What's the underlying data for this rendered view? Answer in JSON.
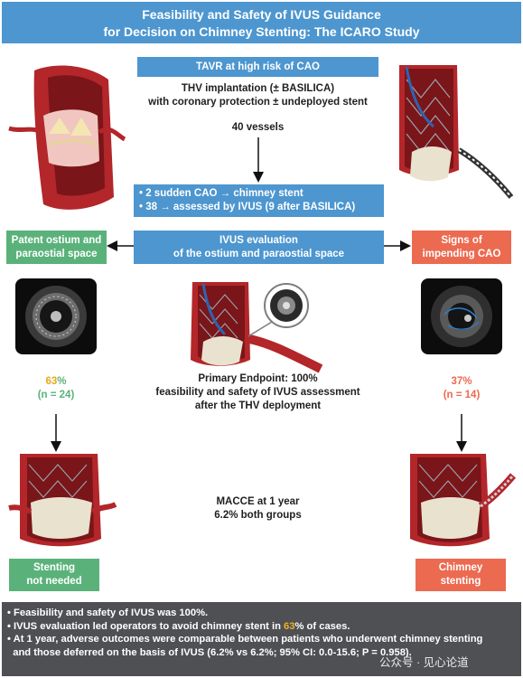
{
  "header": {
    "title_line1": "Feasibility and Safety of IVUS Guidance",
    "title_line2": "for Decision on Chimney Stenting: The ICARO Study"
  },
  "top_box": {
    "label": "TAVR at high risk of CAO"
  },
  "procedure": {
    "line1": "THV implantation (± BASILICA)",
    "line2": "with coronary protection ± undeployed stent"
  },
  "vessels": {
    "label": "40 vessels"
  },
  "split_box": {
    "line1": "• 2 sudden CAO → chimney stent",
    "line2": "• 38 → assessed by IVUS (9 after BASILICA)"
  },
  "ivus_box": {
    "line1": "IVUS evaluation",
    "line2": "of the ostium and paraostial space"
  },
  "left_branch": {
    "label_line1": "Patent ostium and",
    "label_line2": "paraostial space",
    "pct_highlight": "63",
    "pct_suffix": "%",
    "n": "(n = 24)",
    "outcome_line1": "Stenting",
    "outcome_line2": "not needed"
  },
  "right_branch": {
    "label_line1": "Signs of",
    "label_line2": "impending CAO",
    "pct": "37%",
    "n": "(n = 14)",
    "outcome_line1": "Chimney",
    "outcome_line2": "stenting"
  },
  "endpoint": {
    "line1": "Primary Endpoint: 100%",
    "line2": "feasibility and safety of IVUS assessment",
    "line3": "after the THV deployment"
  },
  "macce": {
    "line1": "MACCE at 1 year",
    "line2": "6.2% both groups"
  },
  "footer": {
    "b1": "• Feasibility and safety of IVUS was 100%.",
    "b2_pre": "• IVUS evaluation led operators to avoid chimney stent in ",
    "b2_hl": "63",
    "b2_post": "% of cases.",
    "b3_line1": "• At 1 year, adverse outcomes were comparable between patients who underwent chimney stenting",
    "b3_line2": "  and those deferred on the basis of IVUS (6.2% vs 6.2%; 95% CI: 0.0-15.6; P = 0.958)."
  },
  "watermark": {
    "text": "公众号 · 见心论道"
  },
  "colors": {
    "blue": "#4d96cf",
    "green": "#5ab27a",
    "orange": "#ec6a50",
    "highlight": "#e7a918",
    "footer_bg": "#4e5054"
  }
}
